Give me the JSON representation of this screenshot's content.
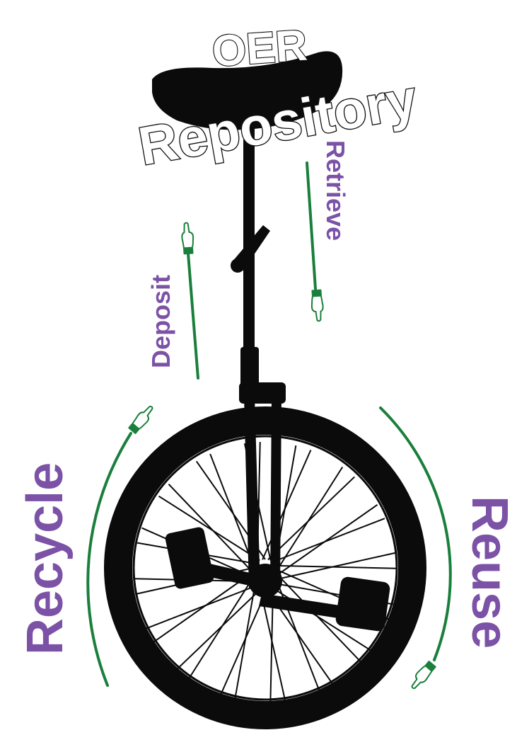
{
  "title": {
    "line1": "OER",
    "line2": "Repository"
  },
  "labels": {
    "deposit": "Deposit",
    "retrieve": "Retrieve",
    "recycle": "Recycle",
    "reuse": "Reuse"
  },
  "colors": {
    "label_purple": "#7b52a6",
    "arrow_green": "#1a7f3c",
    "unicycle_black": "#0b0b0b"
  },
  "icons": {
    "pointing_hand": "pointing-hand-icon",
    "unicycle": "unicycle-illustration"
  }
}
